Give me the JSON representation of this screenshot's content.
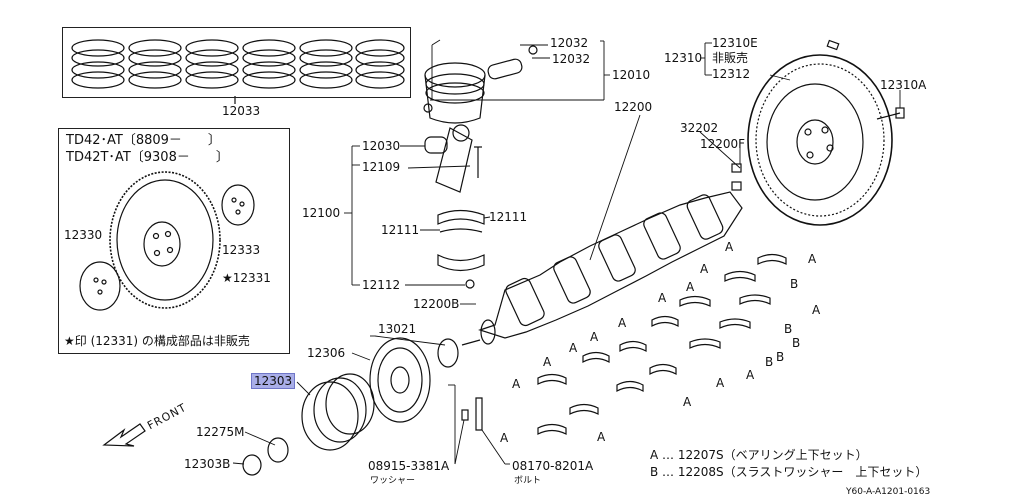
{
  "labels": {
    "p12033": "12033",
    "p12032a": "12032",
    "p12032b": "12032",
    "p12010": "12010",
    "p12310e": "12310E",
    "p12310": "12310",
    "p12310_nonsale": "非販売",
    "p12312": "12312",
    "p12310a": "12310A",
    "p12200": "12200",
    "p32202": "32202",
    "p12200f": "12200F",
    "p12030": "12030",
    "p12109": "12109",
    "p12100": "12100",
    "p12111a": "12111",
    "p12111b": "12111",
    "p12112": "12112",
    "p12200b": "12200B",
    "p13021": "13021",
    "p12306": "12306",
    "p12303": "12303",
    "p12275m": "12275M",
    "p12303b": "12303B",
    "p08915": "08915-3381A",
    "p08915_sub": "ワッシャー",
    "p08170": "08170-8201A",
    "p08170_sub": "ボルト"
  },
  "variant_box": {
    "line1": "TD42･AT〔8809－　　〕",
    "line2": "TD42T･AT〔9308－　　〕",
    "p12330": "12330",
    "p12333": "12333",
    "p12331": "★12331",
    "note": "★印 (12331) の構成部品は非販売"
  },
  "bearing_marks": [
    "A",
    "A",
    "A",
    "A",
    "A",
    "A",
    "A",
    "A",
    "A",
    "A",
    "A",
    "A",
    "A",
    "A",
    "A",
    "A",
    "B",
    "B",
    "B",
    "B",
    "B"
  ],
  "legend": {
    "a": "A … 12207S（ベアリング上下セット）",
    "b": "B … 12208S（スラストワッシャー　上下セット）"
  },
  "front_label": "FRONT",
  "footer_code": "Y60-A-A1201-0163",
  "colors": {
    "highlight": "#a9aee8",
    "line": "#111111"
  }
}
